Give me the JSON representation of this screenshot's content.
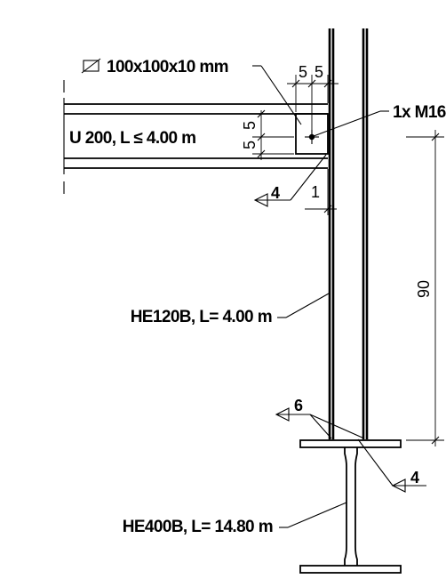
{
  "labels": {
    "angle_plate": "100x100x10 mm",
    "bolt": "1x M16",
    "channel_beam": "U 200, L ≤ 4.00 m",
    "column": "HE120B, L= 4.00 m",
    "main_beam": "HE400B, L= 14.80 m"
  },
  "dimensions": {
    "top_left": "5",
    "top_right": "5",
    "left_upper": "5",
    "left_lower": "5",
    "gap": "1",
    "vertical": "90"
  },
  "welds": {
    "plate_weld": "4",
    "top_weld": "6",
    "bottom_weld": "4"
  }
}
